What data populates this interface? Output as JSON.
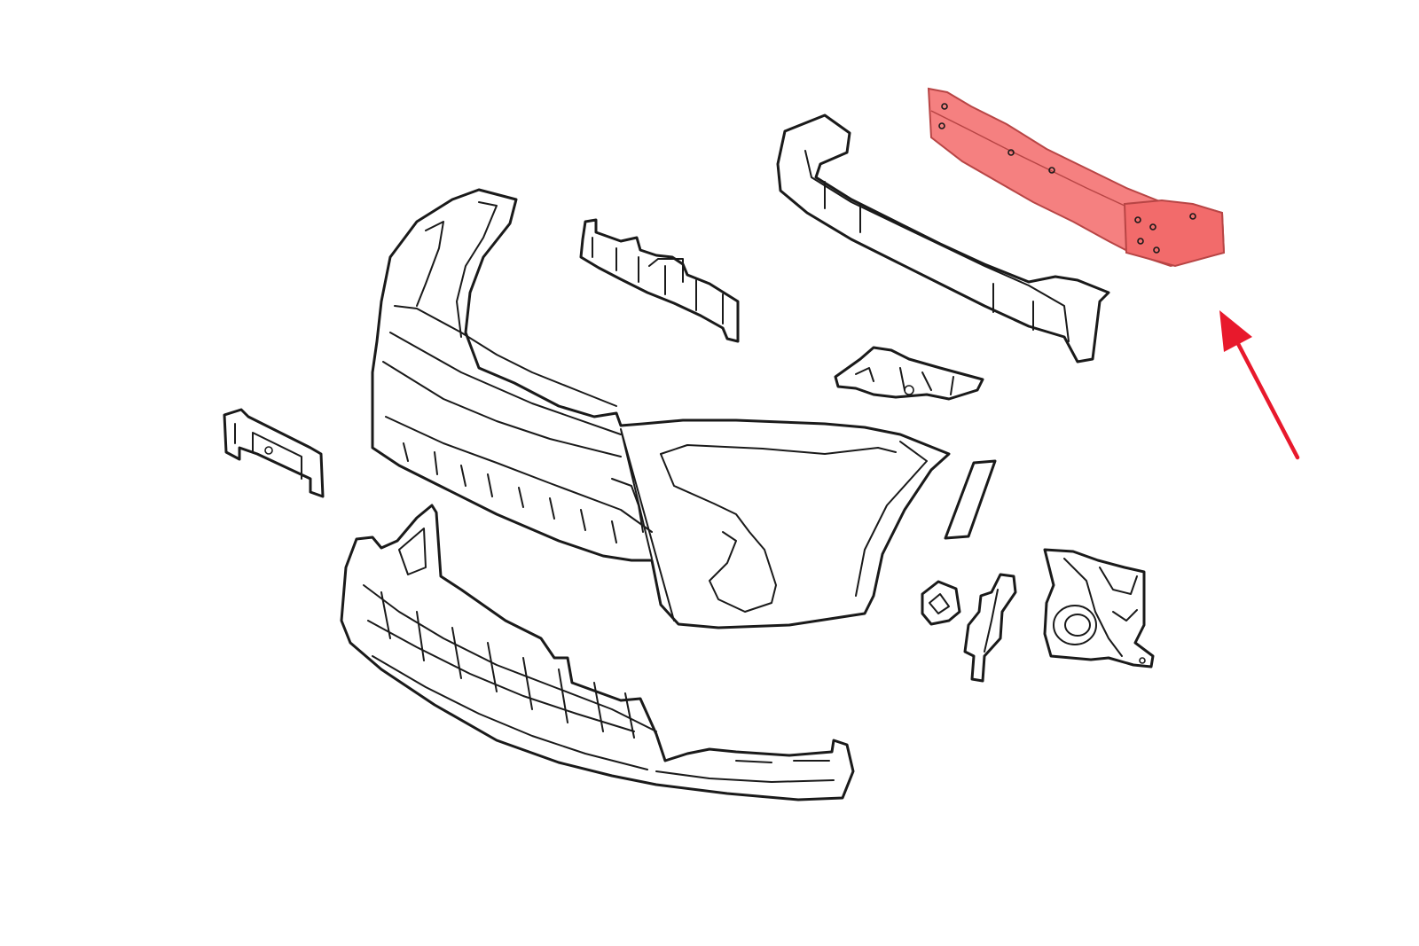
{
  "diagram": {
    "type": "exploded-parts-view",
    "highlight_color": "#f58080",
    "highlight_stroke": "#b84545",
    "arrow_color": "#e8192c",
    "line_color": "#1a1a1a",
    "background": "#ffffff",
    "parts": [
      {
        "id": "bumper-cover"
      },
      {
        "id": "lower-spoiler"
      },
      {
        "id": "energy-absorber"
      },
      {
        "id": "reinforcement-bar",
        "highlighted": true
      },
      {
        "id": "center-bracket"
      },
      {
        "id": "side-bracket"
      },
      {
        "id": "license-bracket"
      },
      {
        "id": "trim-strip"
      },
      {
        "id": "small-clip"
      },
      {
        "id": "vertical-retainer"
      },
      {
        "id": "fog-lamp-bracket"
      }
    ]
  }
}
